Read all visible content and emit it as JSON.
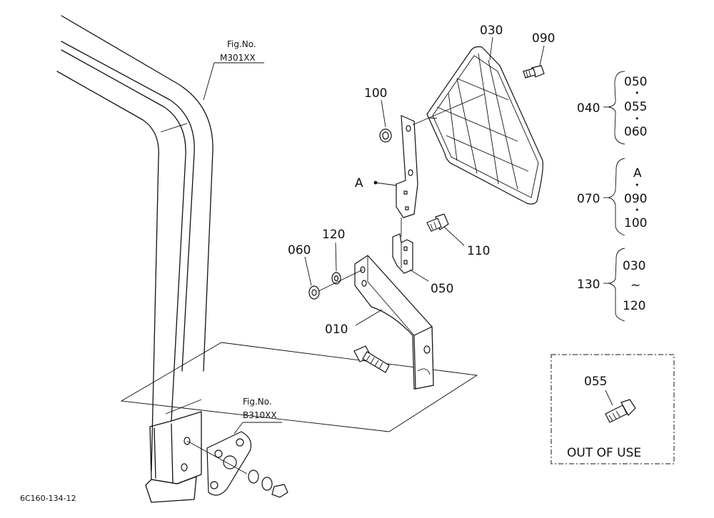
{
  "parts": {
    "p010": "010",
    "p030": "030",
    "p040": "040",
    "p050": "050",
    "p055": "055",
    "p060": "060",
    "p070": "070",
    "p090": "090",
    "p100": "100",
    "p110": "110",
    "p120": "120",
    "p130": "130",
    "ref_a": "A"
  },
  "fig_refs": {
    "top": {
      "label": "Fig.No.",
      "code": "M301XX"
    },
    "bottom": {
      "label": "Fig.No.",
      "code": "B310XX"
    }
  },
  "groups": {
    "g040": {
      "items": [
        "050",
        "055",
        "060"
      ],
      "sep": "•"
    },
    "g070": {
      "items": [
        "A",
        "090",
        "100"
      ],
      "sep": "•"
    },
    "g130": {
      "items": [
        "030",
        "120"
      ],
      "sep": "~"
    }
  },
  "out_of_use": {
    "part": "055",
    "label": "OUT OF USE"
  },
  "diagram_id": "6C160-134-12"
}
